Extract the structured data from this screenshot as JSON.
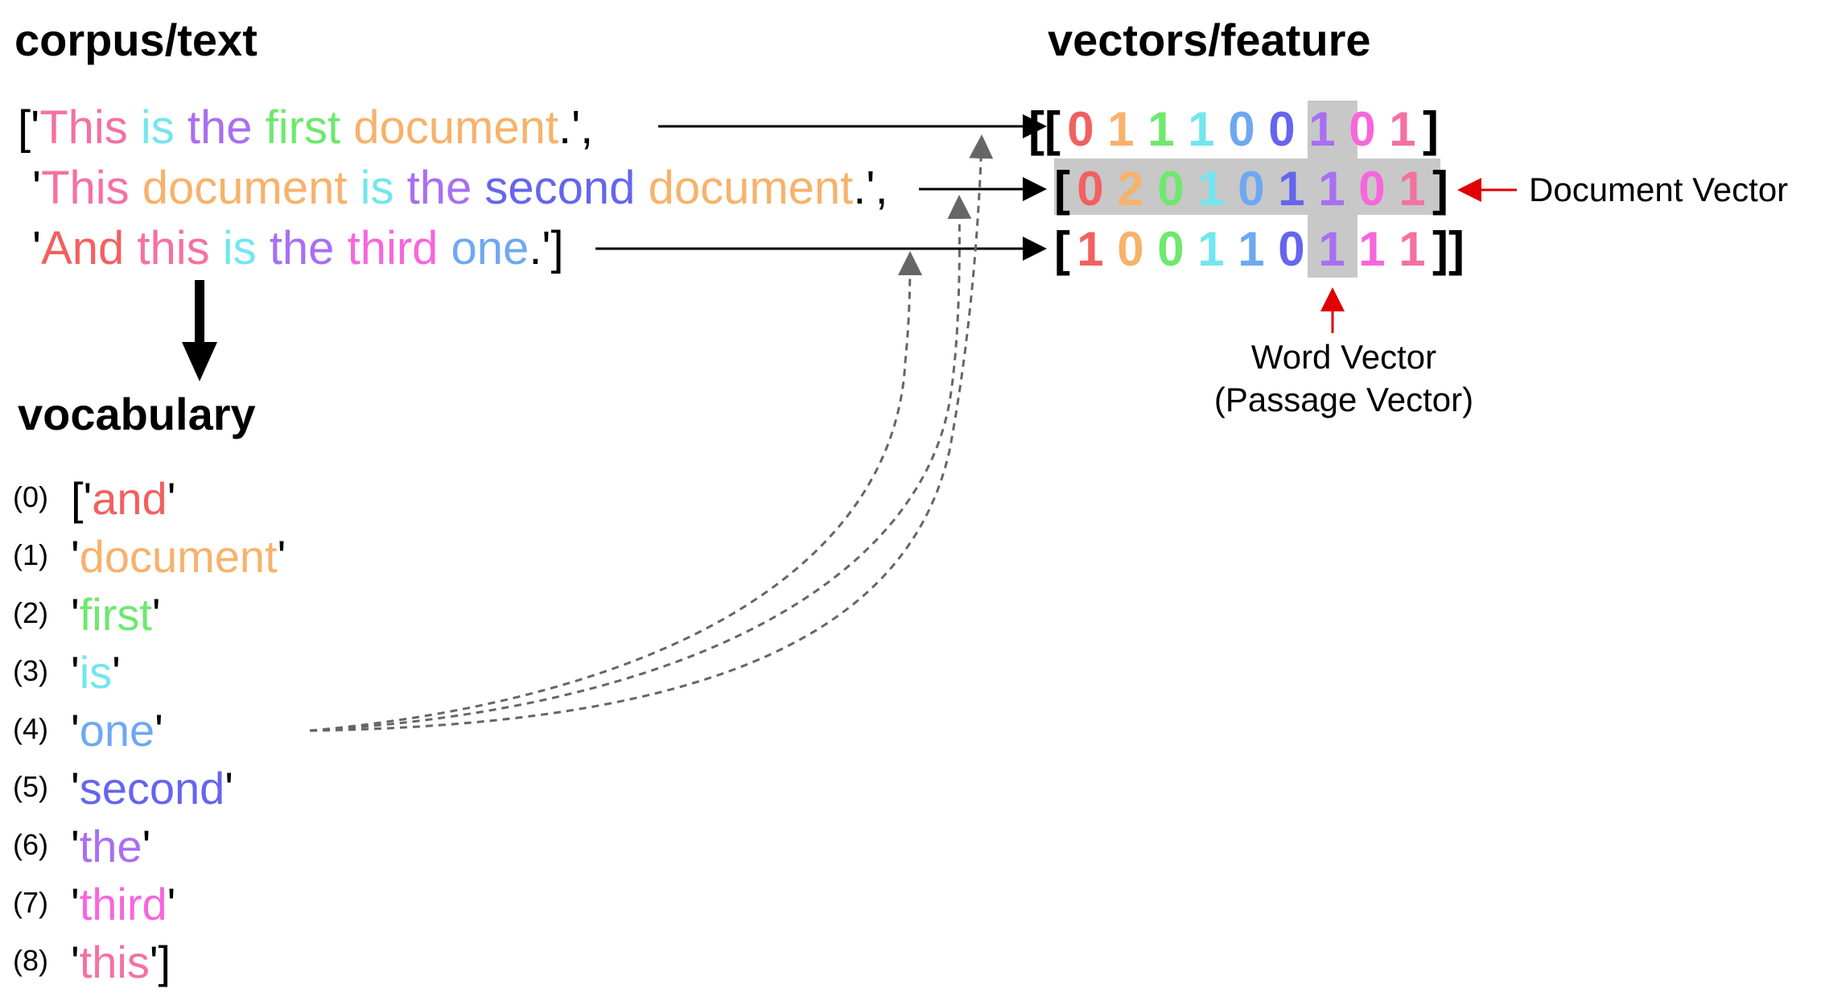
{
  "headings": {
    "corpus": "corpus/text",
    "vectors": "vectors/feature",
    "vocabulary": "vocabulary"
  },
  "corpus": {
    "sentences": [
      {
        "open": "['",
        "close": ".',",
        "words": [
          {
            "text": "This",
            "color": "#f471a2"
          },
          {
            "text": "is",
            "color": "#72e6ee"
          },
          {
            "text": "the",
            "color": "#a86ff2"
          },
          {
            "text": "first",
            "color": "#6ee86e"
          },
          {
            "text": "document",
            "color": "#f7b26b"
          }
        ]
      },
      {
        "open": "'",
        "close": ".',",
        "words": [
          {
            "text": "This",
            "color": "#f471a2"
          },
          {
            "text": "document",
            "color": "#f7b26b"
          },
          {
            "text": "is",
            "color": "#72e6ee"
          },
          {
            "text": "the",
            "color": "#a86ff2"
          },
          {
            "text": "second",
            "color": "#6565ee"
          },
          {
            "text": "document",
            "color": "#f7b26b"
          }
        ]
      },
      {
        "open": "'",
        "close": ".']",
        "words": [
          {
            "text": "And",
            "color": "#f26060"
          },
          {
            "text": "this",
            "color": "#f471a2"
          },
          {
            "text": "is",
            "color": "#72e6ee"
          },
          {
            "text": "the",
            "color": "#a86ff2"
          },
          {
            "text": "third",
            "color": "#f766dc"
          },
          {
            "text": "one",
            "color": "#6ea8f2"
          }
        ]
      }
    ]
  },
  "vectors": {
    "rows": [
      {
        "open": "[[",
        "close": "]",
        "values": [
          "0",
          "1",
          "1",
          "1",
          "0",
          "0",
          "1",
          "0",
          "1"
        ]
      },
      {
        "open": "[",
        "close": "]",
        "values": [
          "0",
          "2",
          "0",
          "1",
          "0",
          "1",
          "1",
          "0",
          "1"
        ]
      },
      {
        "open": "[",
        "close": "]]",
        "values": [
          "1",
          "0",
          "0",
          "1",
          "1",
          "0",
          "1",
          "1",
          "1"
        ]
      }
    ],
    "column_colors": [
      "#f26060",
      "#f7b26b",
      "#6ee86e",
      "#72e6ee",
      "#6ea8f2",
      "#6565ee",
      "#a86ff2",
      "#f766dc",
      "#f471a2"
    ],
    "highlight_color": "#c8c8c8"
  },
  "labels": {
    "document_vector": "Document Vector",
    "word_vector_line1": "Word Vector",
    "word_vector_line2": "(Passage Vector)"
  },
  "vocabulary": {
    "items": [
      {
        "index": "(0)",
        "open": "['",
        "word": "and",
        "close": "'",
        "color": "#f26060"
      },
      {
        "index": "(1)",
        "open": "'",
        "word": "document",
        "close": "'",
        "color": "#f7b26b"
      },
      {
        "index": "(2)",
        "open": "'",
        "word": "first",
        "close": "'",
        "color": "#6ee86e"
      },
      {
        "index": "(3)",
        "open": "'",
        "word": "is",
        "close": "'",
        "color": "#72e6ee"
      },
      {
        "index": "(4)",
        "open": "'",
        "word": "one",
        "close": "'",
        "color": "#6ea8f2"
      },
      {
        "index": "(5)",
        "open": "'",
        "word": "second",
        "close": "'",
        "color": "#6565ee"
      },
      {
        "index": "(6)",
        "open": "'",
        "word": "the",
        "close": "'",
        "color": "#a86ff2"
      },
      {
        "index": "(7)",
        "open": "'",
        "word": "third",
        "close": "'",
        "color": "#f766dc"
      },
      {
        "index": "(8)",
        "open": "'",
        "word": "this",
        "close": "']",
        "color": "#f471a2"
      }
    ]
  },
  "colors": {
    "arrow": "#000000",
    "annotation_arrow": "#e00000",
    "dashed_arrow": "#666666"
  }
}
